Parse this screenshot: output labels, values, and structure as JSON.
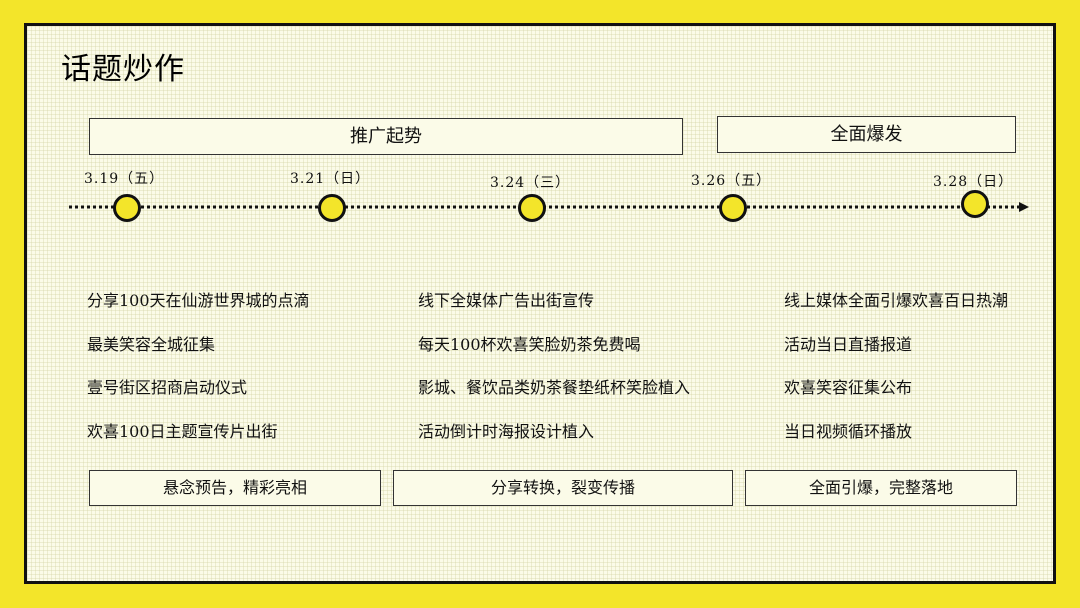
{
  "title": "话题炒作",
  "phases": [
    {
      "label": "推广起势"
    },
    {
      "label": "全面爆发"
    }
  ],
  "timeline": {
    "dates": [
      "3.19（五）",
      "3.21（日）",
      "3.24（三）",
      "3.26（五）",
      "3.28（日）"
    ],
    "node_color": "#f3e52a"
  },
  "columns": [
    {
      "items": [
        "分享100天在仙游世界城的点滴",
        "最美笑容全城征集",
        "壹号街区招商启动仪式",
        "欢喜100日主题宣传片出街"
      ]
    },
    {
      "items": [
        "线下全媒体广告出街宣传",
        "每天100杯欢喜笑脸奶茶免费喝",
        "影城、餐饮品类奶茶餐垫纸杯笑脸植入",
        "活动倒计时海报设计植入"
      ]
    },
    {
      "items": [
        "线上媒体全面引爆欢喜百日热潮",
        "活动当日直播报道",
        "欢喜笑容征集公布",
        "当日视频循环播放"
      ]
    }
  ],
  "summaries": [
    "悬念预告，精彩亮相",
    "分享转换，裂变传播",
    "全面引爆，完整落地"
  ]
}
